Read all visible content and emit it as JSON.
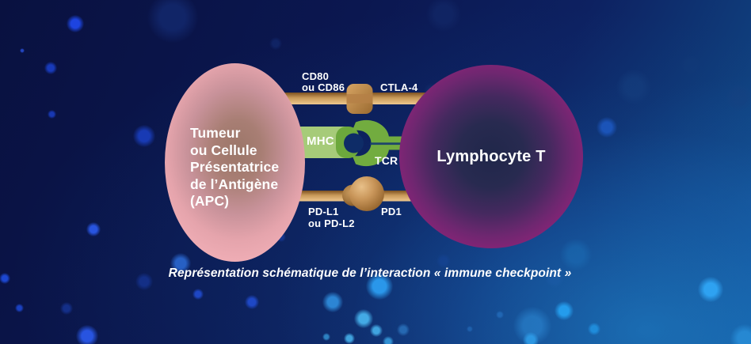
{
  "diagram": {
    "title_caption": "Représentation schématique de l’interaction « immune checkpoint »",
    "cells": {
      "apc": {
        "label": "Tumeur\nou Cellule\nPrésentatrice\nde l’Antigène\n(APC)",
        "fill": "#EEACB4",
        "core": "#9B7668"
      },
      "t_cell": {
        "label": "Lymphocyte T",
        "fill": "#9C2381",
        "core": "#20274A"
      }
    },
    "interactions": [
      {
        "id": "ctla4",
        "ligand": "CD80\nou CD86",
        "receptor": "CTLA-4",
        "color": "#C99A59"
      },
      {
        "id": "tcr",
        "ligand": "MHC",
        "receptor": "TCR",
        "color": "#72AC3F",
        "ligand_color": "#A6CB79"
      },
      {
        "id": "pd1",
        "ligand": "PD-L1\nou PD-L2",
        "receptor": "PD1",
        "color": "#C99A59"
      }
    ],
    "colors": {
      "background_dark": "#091140",
      "background_light": "#135CA0",
      "bokeh_blue": "#2B5BF0",
      "bokeh_cyan": "#49B7F2",
      "connector_tan": "#C99A59",
      "mhc_green_light": "#A6CB79",
      "tcr_green_dark": "#72AC3F",
      "gap_navy": "#0E2C67",
      "text": "#FFFFFF"
    }
  }
}
